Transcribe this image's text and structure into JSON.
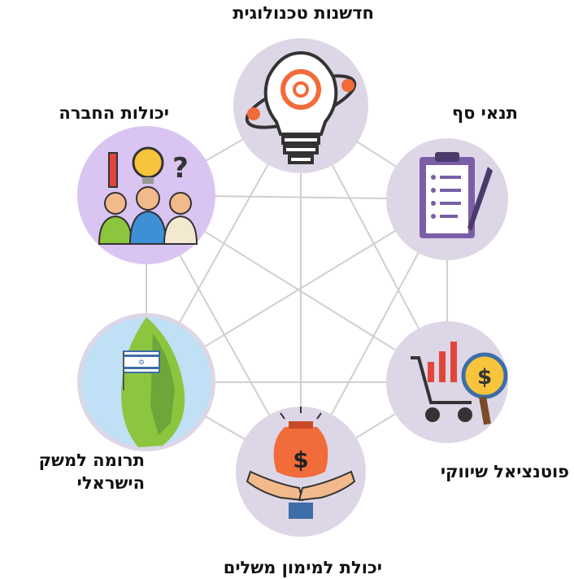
{
  "nodes": [
    {
      "id": "tech",
      "label": "חדשנות טכנולוגית",
      "icon": "lightbulb-gear-icon",
      "fill": "#ddd6e6"
    },
    {
      "id": "terms",
      "label": "תנאי סף",
      "icon": "clipboard-checklist-icon",
      "fill": "#ddd6e6"
    },
    {
      "id": "market",
      "label": "פוטנציאל שיווקי",
      "icon": "shopping-cart-dollar-icon",
      "fill": "#ddd6e6"
    },
    {
      "id": "finance",
      "label": "יכולת למימון משלים",
      "icon": "money-bag-hands-icon",
      "fill": "#ddd6e6"
    },
    {
      "id": "israel",
      "label_lines": [
        "תרומה למשק",
        "הישראלי"
      ],
      "icon": "israel-map-flag-icon",
      "fill": "#ddd6e6"
    },
    {
      "id": "company",
      "label": "יכולות החברה",
      "icon": "team-ideas-icon",
      "fill": "#d9c4f2"
    }
  ],
  "colors": {
    "line": "#cfcfcf",
    "accent": "#f26b3a",
    "purple": "#7b5ea7",
    "green": "#8cc63f"
  }
}
